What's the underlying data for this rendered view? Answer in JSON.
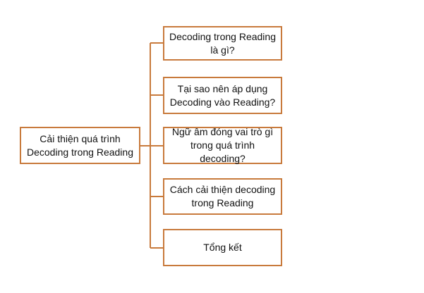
{
  "diagram": {
    "root": {
      "label": "Cải thiện quá trình Decoding trong Reading"
    },
    "branches": [
      {
        "label": "Decoding trong Reading là gì?"
      },
      {
        "label": "Tại sao nên áp dụng Decoding vào Reading?"
      },
      {
        "label": "Ngữ âm đóng vai trò gì trong quá trình decoding?"
      },
      {
        "label": "Cách cải thiện decoding trong Reading"
      },
      {
        "label": "Tổng kết"
      }
    ]
  },
  "colors": {
    "connector": "#c87a3c",
    "box_border": "#c87a3c",
    "text": "#111111"
  }
}
